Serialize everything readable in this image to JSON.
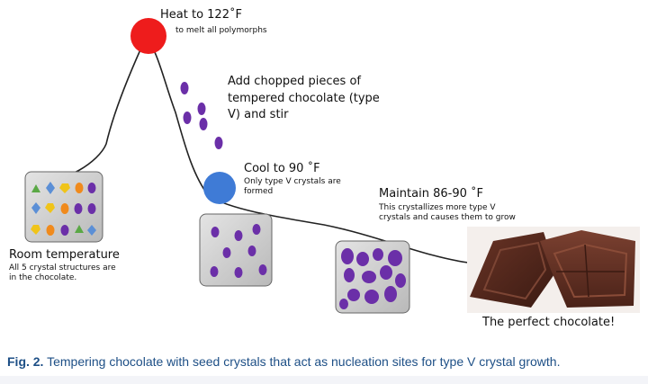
{
  "steps": {
    "heat": {
      "title": "Heat to 122˚F",
      "note": "to melt all polymorphs"
    },
    "add": {
      "lines": [
        "Add chopped pieces of",
        "tempered chocolate (type",
        "V) and stir"
      ]
    },
    "cool": {
      "title": "Cool to 90 ˚F",
      "note_lines": [
        "Only type V crystals are",
        "formed"
      ]
    },
    "maintain": {
      "title": "Maintain 86-90 ˚F",
      "note_lines": [
        "This crystallizes more type V",
        "crystals and causes them to grow"
      ]
    },
    "room": {
      "title": "Room temperature",
      "note_lines": [
        "All 5 crystal structures are",
        "in the chocolate."
      ]
    },
    "perfect": {
      "label": "The perfect chocolate!"
    }
  },
  "caption": {
    "label": "Fig. 2.",
    "text": " Tempering chocolate with seed crystals that act as nucleation sites for type V crystal growth."
  },
  "colors": {
    "heat_dot": "#ee1c1c",
    "cool_dot": "#3f7bd6",
    "crystal_purple": "#6b2fa8",
    "crystal_blue": "#5b8fd6",
    "crystal_green": "#5aa845",
    "crystal_orange": "#f08a1c",
    "crystal_yellow": "#f0c419",
    "caption_blue": "#1d4f86",
    "chocolate": "#4a2318"
  }
}
